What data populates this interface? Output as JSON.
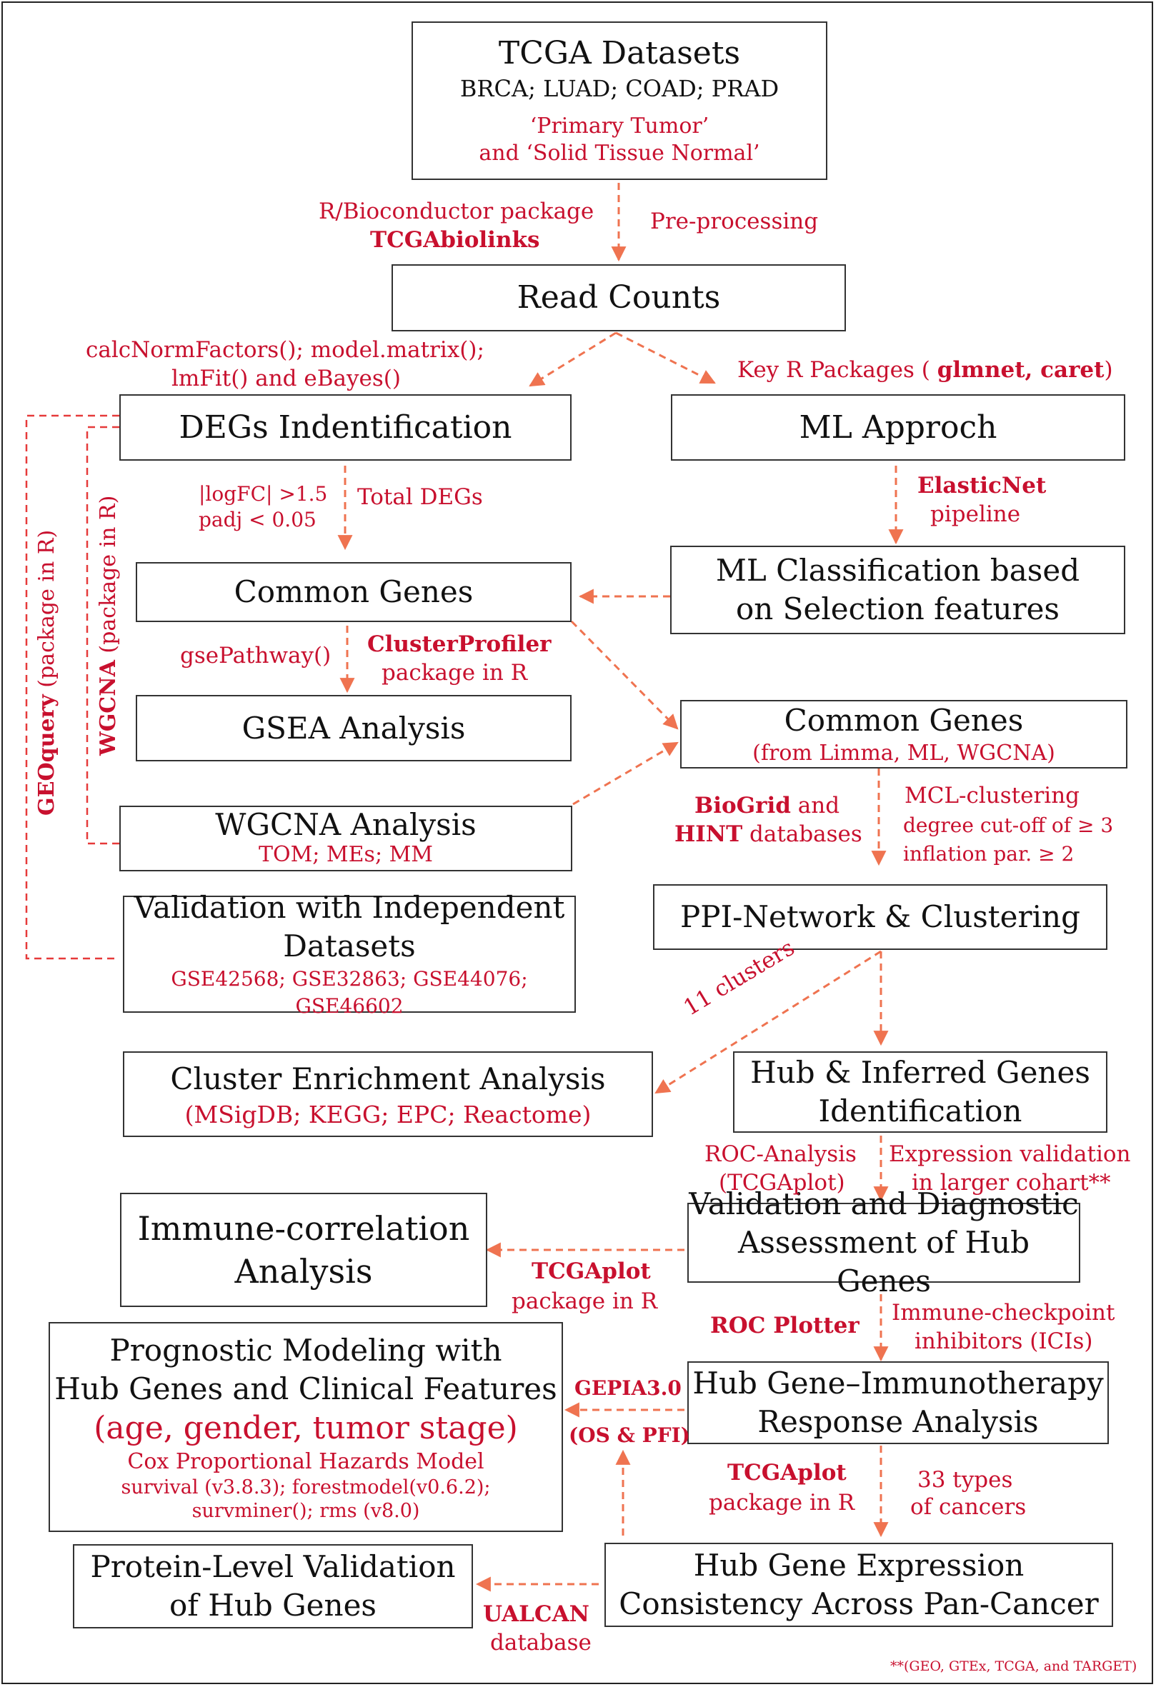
{
  "boxes": {
    "tcga": {
      "title": "TCGA Datasets",
      "sub": "BRCA; LUAD; COAD; PRAD",
      "note1": "‘Primary Tumor’",
      "note2": "and ‘Solid Tissue Normal’"
    },
    "read_counts": {
      "title": "Read Counts"
    },
    "degs": {
      "title": "DEGs Indentification"
    },
    "ml": {
      "title": "ML Approch"
    },
    "common_left": {
      "title": "Common Genes"
    },
    "ml_class": {
      "line1": "ML Classification based",
      "line2": "on Selection features"
    },
    "gsea": {
      "title": "GSEA Analysis"
    },
    "common_right": {
      "title": "Common Genes",
      "sub": "(from Limma, ML, WGCNA)"
    },
    "wgcna": {
      "title": "WGCNA Analysis",
      "sub": "TOM; MEs; MM"
    },
    "validation": {
      "line1": "Validation with Independent",
      "line2": "Datasets",
      "sub": "GSE42568; GSE32863; GSE44076; GSE46602"
    },
    "ppi": {
      "title": "PPI-Network & Clustering"
    },
    "cluster_enrich": {
      "title": "Cluster Enrichment Analysis",
      "sub": "(MSigDB;  KEGG; EPC; Reactome)"
    },
    "hub": {
      "line1": "Hub & Inferred Genes",
      "line2": "Identification"
    },
    "immune": {
      "line1": "Immune-correlation",
      "line2": "Analysis"
    },
    "val_diag": {
      "line1": "Validation and Diagnostic",
      "line2": "Assessment of Hub Genes"
    },
    "prognostic": {
      "line1": "Prognostic Modeling with",
      "line2": "Hub Genes and Clinical Features",
      "line3": "(age, gender, tumor stage)",
      "line4": "Cox Proportional Hazards Model",
      "line5": "survival (v3.8.3); forestmodel(v0.6.2);",
      "line6": "survminer(); rms (v8.0)"
    },
    "immuno": {
      "line1": "Hub Gene–Immunotherapy",
      "line2": "Response Analysis"
    },
    "protein": {
      "line1": "Protein-Level Validation",
      "line2": "of Hub Genes"
    },
    "pancancer": {
      "line1": "Hub Gene Expression",
      "line2": "Consistency Across Pan-Cancer"
    }
  },
  "labels": {
    "rbioc": "R/Bioconductor package",
    "tcgabiolinks": "TCGAbiolinks",
    "preprocessing": "Pre-processing",
    "calcnorm1": "calcNormFactors(); model.matrix();",
    "calcnorm2": "lmFit() and eBayes()",
    "keyr_pre": "Key R Packages ( ",
    "keyr_bold": "glmnet, caret",
    "keyr_post": ")",
    "logfc": "|logFC| >1.5",
    "padj": "padj < 0.05",
    "total_degs": "Total DEGs",
    "elasticnet": "ElasticNet",
    "pipeline": "pipeline",
    "gsepathway": "gsePathway()",
    "clusterprofiler": "ClusterProfiler",
    "package_in_r": "package in R",
    "biogrid": "BioGrid",
    "and": " and",
    "hint": "HINT",
    "databases": " databases",
    "mcl": "MCL-clustering",
    "degree": "degree cut-off of ≥ 3",
    "inflation": "inflation par.  ≥ 2",
    "clusters11": "11 clusters",
    "roc_analysis": "ROC-Analysis",
    "tcgaplot_paren": "(TCGAplot)",
    "expr_val1": "Expression validation",
    "expr_val2": "in larger cohart**",
    "tcgaplot": "TCGAplot",
    "package_in_r2": "package  in R",
    "roc_plotter": "ROC Plotter",
    "ici1": "Immune-checkpoint",
    "ici2": "inhibitors (ICIs)",
    "gepia": "GEPIA3.0",
    "os_pfi": "(OS & PFI)",
    "tcgaplot2": "TCGAplot",
    "package_in_r3": "package  in R",
    "types33": "33 types",
    "of_cancers": "of cancers",
    "ualcan": "UALCAN",
    "database": "database",
    "geoquery": "GEOquery",
    "geoquery_rest": " (package in R)",
    "wgcna_v": "WGCNA",
    "wgcna_v_rest": " (package in R)",
    "footnote": "**(GEO, GTEx, TCGA, and TARGET)"
  },
  "colors": {
    "accent": "#c8102e",
    "arrow": "#ef7350",
    "border": "#333333"
  }
}
